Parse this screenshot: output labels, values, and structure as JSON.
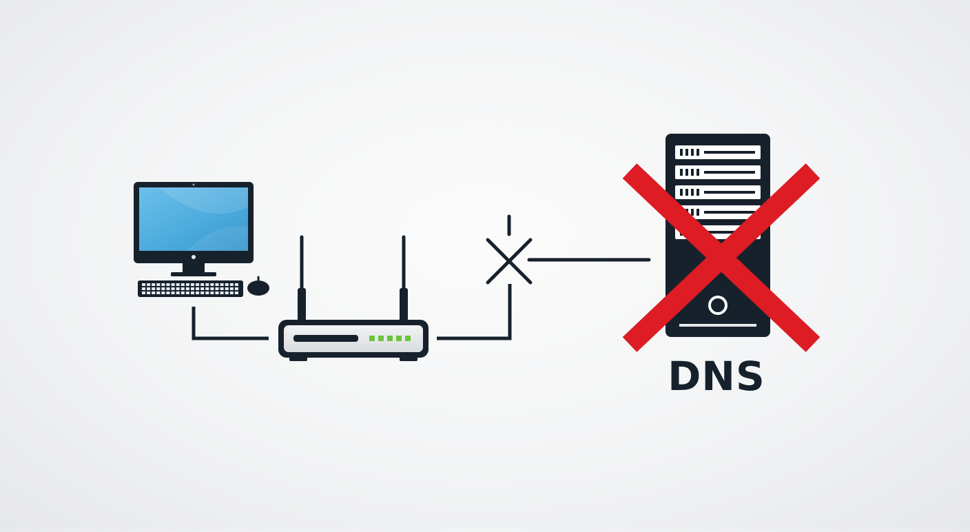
{
  "diagram": {
    "nodes": [
      {
        "id": "computer",
        "icon": "desktop-computer-icon"
      },
      {
        "id": "router",
        "icon": "wifi-router-icon",
        "status_leds": 5
      },
      {
        "id": "dns-server",
        "icon": "server-tower-icon",
        "label": "DNS",
        "status": "failed"
      }
    ],
    "links": [
      {
        "from": "computer",
        "to": "router",
        "state": "connected"
      },
      {
        "from": "router",
        "to": "dns-server",
        "state": "broken"
      }
    ]
  },
  "colors": {
    "ink": "#16212c",
    "screen": "#4aa9dc",
    "led": "#6cc43c",
    "error": "#dd1c24",
    "router_body": "#e6e8ea"
  }
}
